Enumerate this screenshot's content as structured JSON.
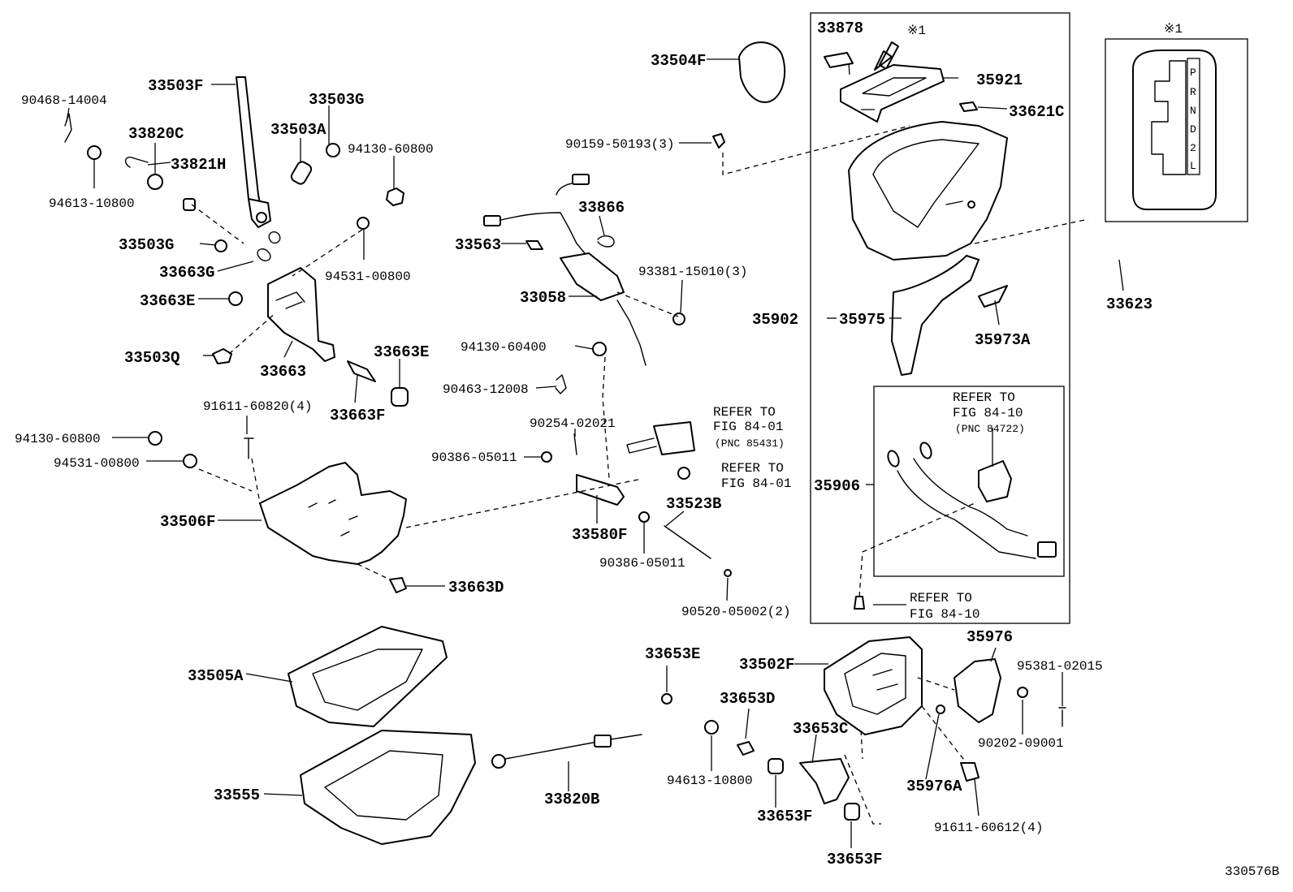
{
  "figure_code": "330576B",
  "callout": {
    "mark": "※1"
  },
  "shift_gate": {
    "positions": [
      "P",
      "R",
      "N",
      "D",
      "2",
      "L"
    ]
  },
  "notes": {
    "refer_84_01_pnc": [
      "REFER TO",
      "FIG 84-01",
      "(PNC 85431)"
    ],
    "refer_84_01": [
      "REFER TO",
      "FIG 84-01"
    ],
    "refer_84_10_pnc": [
      "REFER TO",
      "FIG 84-10",
      "(PNC 84722)"
    ],
    "refer_84_10": [
      "REFER TO",
      "FIG 84-10"
    ]
  },
  "parts": [
    {
      "key": "p90468_14004",
      "label": "90468-14004"
    },
    {
      "key": "p33503F",
      "label": "33503F"
    },
    {
      "key": "p33503G_top",
      "label": "33503G"
    },
    {
      "key": "p33820C",
      "label": "33820C"
    },
    {
      "key": "p33821H",
      "label": "33821H"
    },
    {
      "key": "p33503A",
      "label": "33503A"
    },
    {
      "key": "p94130_60800_top",
      "label": "94130-60800"
    },
    {
      "key": "p94613_10800_top",
      "label": "94613-10800"
    },
    {
      "key": "p33503G_mid",
      "label": "33503G"
    },
    {
      "key": "p33663G",
      "label": "33663G"
    },
    {
      "key": "p94531_00800_top",
      "label": "94531-00800"
    },
    {
      "key": "p33663E_left",
      "label": "33663E"
    },
    {
      "key": "p33503Q",
      "label": "33503Q"
    },
    {
      "key": "p33663",
      "label": "33663"
    },
    {
      "key": "p33663E_right",
      "label": "33663E"
    },
    {
      "key": "p33663F_mid",
      "label": "33663F"
    },
    {
      "key": "p91611_60820",
      "label": "91611-60820(4)"
    },
    {
      "key": "p94130_60800_bot",
      "label": "94130-60800"
    },
    {
      "key": "p94531_00800_bot",
      "label": "94531-00800"
    },
    {
      "key": "p33506F",
      "label": "33506F"
    },
    {
      "key": "p33663D",
      "label": "33663D"
    },
    {
      "key": "p33504F",
      "label": "33504F"
    },
    {
      "key": "p90159_50193",
      "label": "90159-50193(3)"
    },
    {
      "key": "p33866",
      "label": "33866"
    },
    {
      "key": "p33563",
      "label": "33563"
    },
    {
      "key": "p93381_15010",
      "label": "93381-15010(3)"
    },
    {
      "key": "p33058",
      "label": "33058"
    },
    {
      "key": "p94130_60400",
      "label": "94130-60400"
    },
    {
      "key": "p90463_12008",
      "label": "90463-12008"
    },
    {
      "key": "p90254_02021",
      "label": "90254-02021"
    },
    {
      "key": "p90386_05011_a",
      "label": "90386-05011"
    },
    {
      "key": "p33580F",
      "label": "33580F"
    },
    {
      "key": "p33523B",
      "label": "33523B"
    },
    {
      "key": "p90386_05011_b",
      "label": "90386-05011"
    },
    {
      "key": "p90520_05002",
      "label": "90520-05002(2)"
    },
    {
      "key": "p33878",
      "label": "33878"
    },
    {
      "key": "p35921",
      "label": "35921"
    },
    {
      "key": "p33621C",
      "label": "33621C"
    },
    {
      "key": "p35902",
      "label": "35902"
    },
    {
      "key": "p35975",
      "label": "35975"
    },
    {
      "key": "p35973A",
      "label": "35973A"
    },
    {
      "key": "p35906",
      "label": "35906"
    },
    {
      "key": "p33623",
      "label": "33623"
    },
    {
      "key": "p33505A",
      "label": "33505A"
    },
    {
      "key": "p33555",
      "label": "33555"
    },
    {
      "key": "p33820B",
      "label": "33820B"
    },
    {
      "key": "p33653E",
      "label": "33653E"
    },
    {
      "key": "p33653D",
      "label": "33653D"
    },
    {
      "key": "p94613_10800_bot",
      "label": "94613-10800"
    },
    {
      "key": "p33653C",
      "label": "33653C"
    },
    {
      "key": "p33653F_a",
      "label": "33653F"
    },
    {
      "key": "p33653F_b",
      "label": "33653F"
    },
    {
      "key": "p33502F",
      "label": "33502F"
    },
    {
      "key": "p35976",
      "label": "35976"
    },
    {
      "key": "p35976A",
      "label": "35976A"
    },
    {
      "key": "p95381_02015",
      "label": "95381-02015"
    },
    {
      "key": "p90202_09001",
      "label": "90202-09001"
    },
    {
      "key": "p91611_60612",
      "label": "91611-60612(4)"
    }
  ]
}
